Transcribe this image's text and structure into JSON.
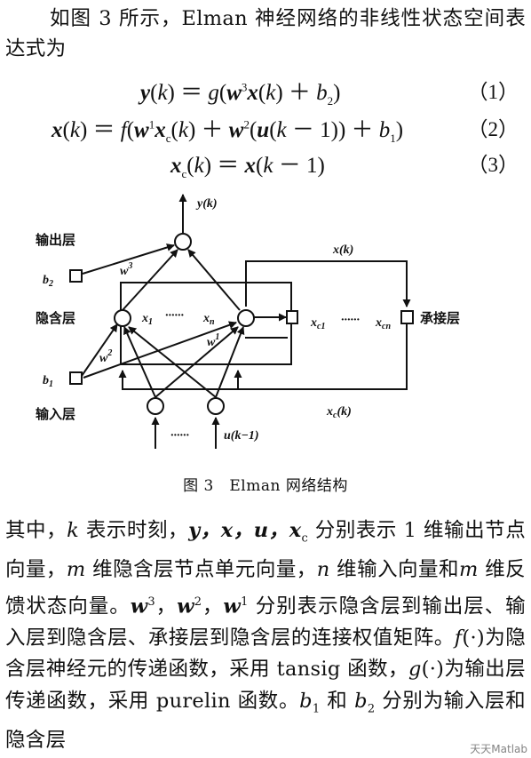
{
  "intro": "如图 3 所示，Elman 神经网络的非线性状态空间表达式为",
  "equations": [
    {
      "number": "（1）"
    },
    {
      "number": "（2）"
    },
    {
      "number": "（3）"
    }
  ],
  "diagram": {
    "labels": {
      "y_k": "y(k)",
      "output_layer": "输出层",
      "b2": "b",
      "b2_sub": "2",
      "w3": "w",
      "w3_sup": "3",
      "x_k": "x(k)",
      "hidden_layer": "隐含层",
      "x1": "x",
      "x1_sub": "1",
      "dots_hidden": "······",
      "xn": "x",
      "xn_sub": "n",
      "xc1": "x",
      "xc1_sub": "c1",
      "dots_context": "······",
      "xcn": "x",
      "xcn_sub": "cn",
      "context_layer": "承接层",
      "w2": "w",
      "w2_sup": "2",
      "w1": "w",
      "w1_sup": "1",
      "b1": "b",
      "b1_sub": "1",
      "input_layer": "输入层",
      "xc_k": "x",
      "xc_k_sub": "c",
      "xc_k_tail": "(k)",
      "dots_input": "······",
      "u_k1": "u(k−1)"
    }
  },
  "caption": "图 3　Elman 网络结构",
  "body": {
    "p1": "其中，",
    "k": "k",
    "p2": " 表示时刻，",
    "vars": "y，x，u，x",
    "vars_sub": "c",
    "p3": " 分别表示 1 维输出节点向量，",
    "m1": "m",
    "p4": " 维隐含层节点单元向量，",
    "n": "n",
    "p5": " 维输入向量和",
    "m2": "m",
    "p6": " 维反馈状态向量。",
    "w3": "w",
    "w3_sup": "3",
    "sep1": "，",
    "w2": "w",
    "w2_sup": "2",
    "sep2": "，",
    "w1": "w",
    "w1_sup": "1",
    "p7": " 分别表示隐含层到输出层、输入层到隐含层、承接层到隐含层的连接权值矩阵。",
    "f": "f",
    "p8": "(·)为隐含层神经元的传递函数，采用 tansig 函数，",
    "g": "g",
    "p9": "(·)为输出层传递函数，采用 purelin 函数。",
    "b1": "b",
    "b1_sub": "1",
    "p10": " 和 ",
    "b2": "b",
    "b2_sub": "2",
    "p11": " 分别为输入层和隐含层"
  },
  "watermark": "天天Matlab"
}
